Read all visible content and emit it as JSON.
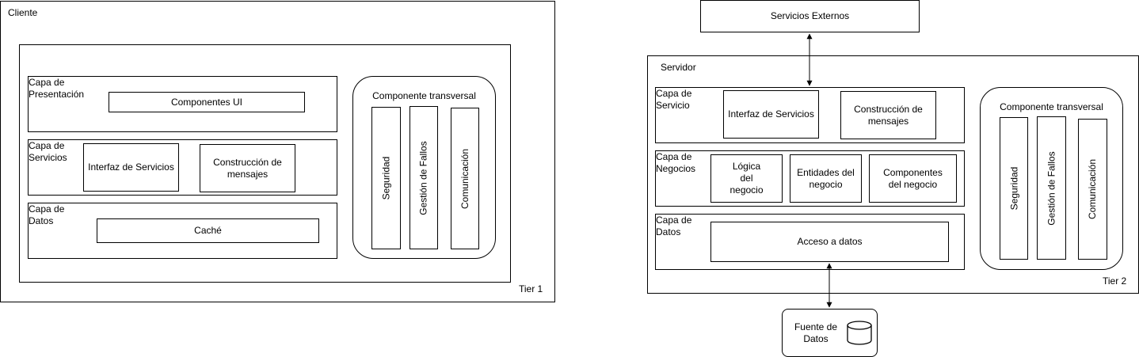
{
  "tier1": {
    "outer_label": "Cliente",
    "tier_label": "Tier 1",
    "layers": {
      "presentation": {
        "title": "Capa de\nPresentación",
        "items": [
          "Componentes UI"
        ]
      },
      "services": {
        "title": "Capa de\nServicios",
        "items": [
          "Interfaz de Servicios",
          "Construcción de mensajes"
        ]
      },
      "data": {
        "title": "Capa de\nDatos",
        "items": [
          "Caché"
        ]
      }
    },
    "crosscutting": {
      "title": "Componente transversal",
      "items": [
        "Seguridad",
        "Gestión de Fallos",
        "Comunicación"
      ]
    }
  },
  "tier2": {
    "external_services": "Servicios Externos",
    "outer_label": "Servidor",
    "tier_label": "Tier 2",
    "layers": {
      "service": {
        "title": "Capa de\nServicio",
        "items": [
          "Interfaz de Servicios",
          "Construcción de mensajes"
        ]
      },
      "business": {
        "title": "Capa de\nNegocios",
        "items": [
          "Lógica del negocio",
          "Entidades del negocio",
          "Componentes del negocio"
        ]
      },
      "data": {
        "title": "Capa de\nDatos",
        "items": [
          "Acceso a datos"
        ]
      }
    },
    "crosscutting": {
      "title": "Componente transversal",
      "items": [
        "Seguridad",
        "Gestión de Fallos",
        "Comunicación"
      ]
    },
    "data_source": "Fuente de Datos",
    "data_source_icon": "database-icon"
  }
}
